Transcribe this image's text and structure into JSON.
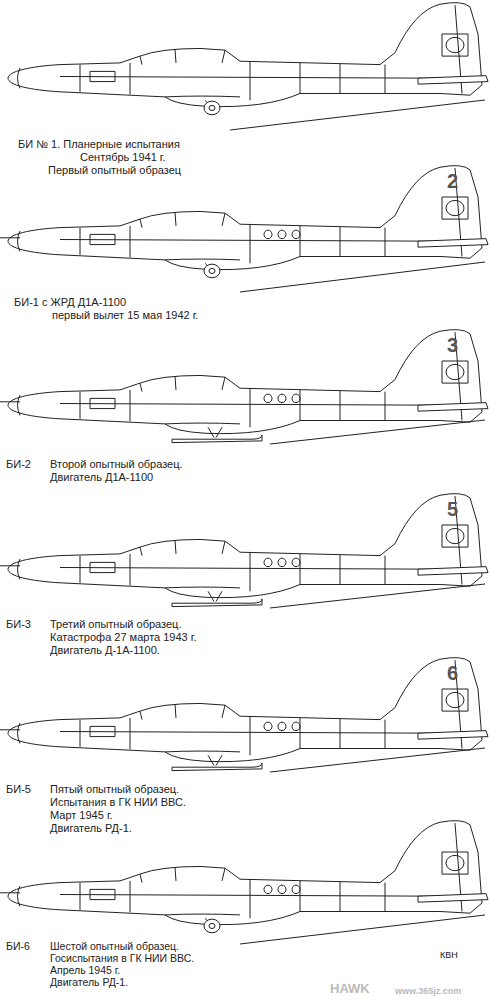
{
  "diagram": {
    "labels": [
      "БИ № 1. Планерные испытания",
      "Сентябрь 1941 г.",
      "Первый опытный образец",
      "БИ-1 с ЖРД Д1А-1100",
      "первый вылет 15 мая 1942 г.",
      "БИ-2",
      "Второй опытный образец.",
      "Двигатель Д1А-1100",
      "БИ-3",
      "Третий опытный образец.",
      "Катастрофа 27 марта 1943 г.",
      "Двигатель Д-1А-1100.",
      "БИ-5",
      "Пятый опытный образец.",
      "Испытания в ГК НИИ ВВС.",
      "Март 1945 г.",
      "Двигатель РД-1.",
      "БИ-6",
      "Шестой опытный образец.",
      "Госиспытания в ГК НИИ ВВС.",
      "Апрель 1945 г.",
      "Двигатель РД-1.",
      "2",
      "3",
      "5",
      "6",
      "КВН",
      "HAWK",
      "www.365jz.com"
    ]
  }
}
